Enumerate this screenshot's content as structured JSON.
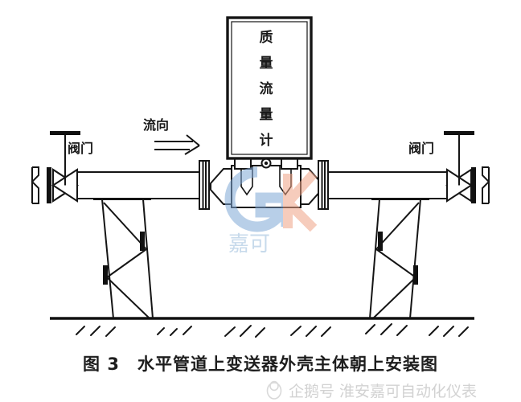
{
  "figure": {
    "caption_number": "图 3",
    "caption_title": "水平管道上变送器外壳主体朝上安装图",
    "caption_full": "图 3　水平管道上变送器外壳主体朝上安装图",
    "background_color": "#ffffff",
    "line_color": "#151515"
  },
  "meter": {
    "label_vertical": "质量流量计",
    "chars": [
      "质",
      "量",
      "流",
      "量",
      "计"
    ],
    "name": "mass-flow-meter-transmitter-housing"
  },
  "labels": {
    "flow_direction": "流向",
    "valve_left": "阀门",
    "valve_right": "阀门",
    "flow_arrow_glyph": "⇒"
  },
  "components": {
    "pipe": "horizontal-pipe",
    "sensor_body": "coriolis-sensor-body",
    "flange_left": "flange",
    "flange_right": "flange",
    "support_left": "lattice-truss-support",
    "support_right": "lattice-truss-support",
    "ground": "ground-line-with-hatching"
  },
  "watermark": {
    "logo_text_latin": "GK",
    "logo_text_cjk": "嘉可",
    "logo_blue": "#7fa8d6",
    "logo_orange": "#f0a487",
    "footer_text": "企鹅号 淮安嘉可自动化仪表",
    "footer_color": "#d2d2d2"
  }
}
